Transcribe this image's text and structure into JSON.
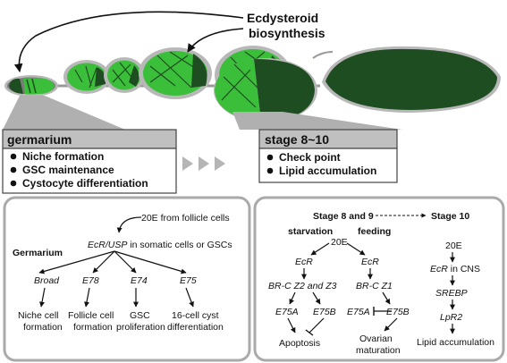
{
  "top": {
    "ecdysteroid_line1": "Ecdysteroid",
    "ecdysteroid_line2": "biosynthesis"
  },
  "germarium_box": {
    "title": "germarium",
    "items": [
      "Niche formation",
      "GSC maintenance",
      "Cystocyte differentiation"
    ]
  },
  "stage_box": {
    "title": "stage 8~10",
    "items": [
      "Check point",
      "Lipid accumulation"
    ]
  },
  "left_panel": {
    "source": "20E from follicle cells",
    "region": "Germarium",
    "receptor_italic": "EcR/USP",
    "receptor_rest": " in somatic cells or GSCs",
    "genes": [
      "Broad",
      "E78",
      "E74",
      "E75"
    ],
    "outcomes": [
      [
        "Niche cell",
        "formation"
      ],
      [
        "Follicle cell",
        "formation"
      ],
      [
        "GSC",
        "proliferation"
      ],
      [
        "16-cell cyst",
        "differentiation"
      ]
    ]
  },
  "right_panel": {
    "stage_89": "Stage 8 and 9",
    "stage_10": "Stage 10",
    "starvation": "starvation",
    "feeding": "feeding",
    "hormone": "20E",
    "ecr": "EcR",
    "brc_left": "BR-C Z2 and Z3",
    "brc_right": "BR-C Z1",
    "e75a": "E75A",
    "e75b": "E75B",
    "apoptosis": "Apoptosis",
    "ovarian_1": "Ovarian",
    "ovarian_2": "maturation",
    "s10_hormone": "20E",
    "s10_ecr_italic": "EcR",
    "s10_ecr_rest": " in CNS",
    "srebp": "SREBP",
    "lpr2": "LpR2",
    "lipid": "Lipid accumulation"
  }
}
